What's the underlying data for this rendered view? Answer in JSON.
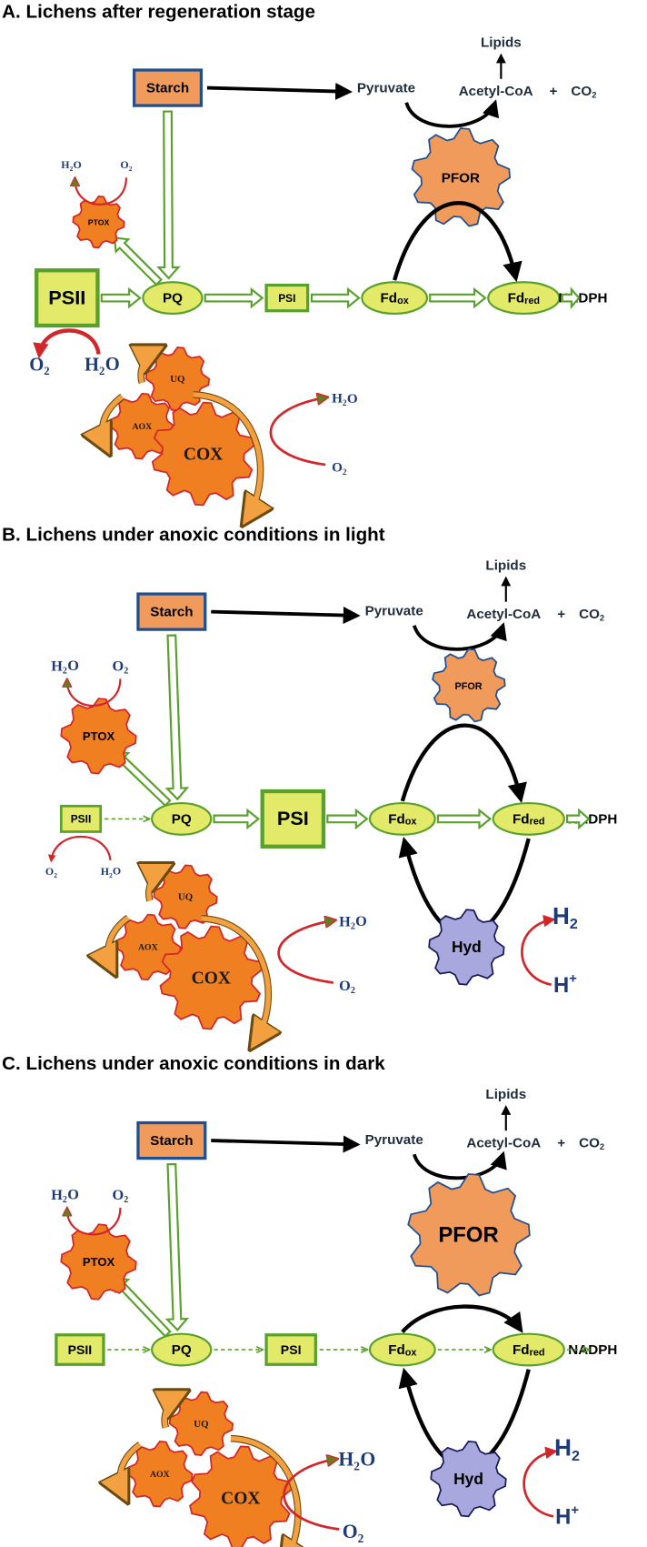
{
  "panels": [
    {
      "title": "A. Lichens after regeneration stage"
    },
    {
      "title": "B. Lichens under anoxic conditions in light"
    },
    {
      "title": "C. Lichens under anoxic conditions in dark"
    }
  ],
  "labels": {
    "starch": "Starch",
    "pyruvate": "Pyruvate",
    "lipids": "Lipids",
    "acetyl_coa": "Acetyl-CoA",
    "plus": "+",
    "co2": "CO",
    "sub2": "2",
    "pfor": "PFOR",
    "ptox": "PTOX",
    "psii": "PSII",
    "psi": "PSI",
    "pq": "PQ",
    "fd": "Fd",
    "ox": "ox",
    "red": "red",
    "nadph": "NADPH",
    "h": "H",
    "o": "O",
    "uq": "UQ",
    "aox": "AOX",
    "cox": "COX",
    "hyd": "Hyd",
    "h_plus": "H",
    "sup_plus": "+"
  },
  "colors": {
    "green_arrow": "#5aa02c",
    "node_fill": "#e3ea6a",
    "starch_fill": "#f09a5c",
    "starch_border": "#1f4f8f",
    "pfor_fill": "#f09a5c",
    "ptox_fill": "#f07f22",
    "cox_fill": "#f07f22",
    "hyd_fill": "#a8a8de",
    "red_arrow": "#d2262a",
    "chem_blue": "#1e3a78"
  }
}
